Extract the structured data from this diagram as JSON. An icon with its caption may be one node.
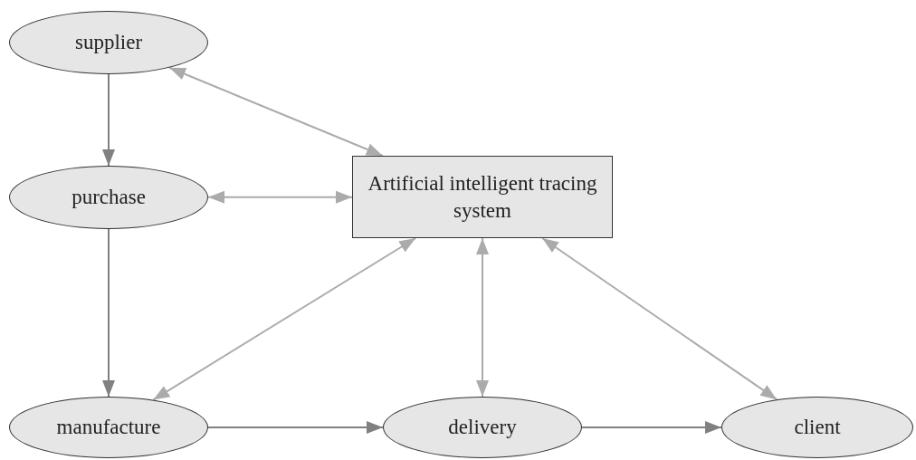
{
  "diagram": {
    "nodes": [
      {
        "text": [
          "supplier"
        ]
      },
      {
        "text": [
          "purchase"
        ]
      },
      {
        "text": [
          "Artificial intelligent tracing system"
        ]
      },
      {
        "text": [
          "manufacture"
        ]
      },
      {
        "text": [
          "delivery"
        ]
      },
      {
        "text": [
          "client"
        ]
      }
    ],
    "edges": [
      {
        "from": 0,
        "to": 1,
        "arrow": "to",
        "color": "#808080"
      },
      {
        "from": 1,
        "to": 3,
        "arrow": "to",
        "color": "#808080"
      },
      {
        "from": 3,
        "to": 4,
        "arrow": "to",
        "color": "#808080"
      },
      {
        "from": 4,
        "to": 5,
        "arrow": "to",
        "color": "#808080"
      },
      {
        "from": 0,
        "to": 2,
        "arrow": "both"
      },
      {
        "from": 1,
        "to": 2,
        "arrow": "both"
      },
      {
        "from": 3,
        "to": 2,
        "arrow": "both"
      },
      {
        "from": 2,
        "to": 4,
        "arrow": "both"
      },
      {
        "from": 2,
        "to": 5,
        "arrow": "both"
      }
    ]
  }
}
